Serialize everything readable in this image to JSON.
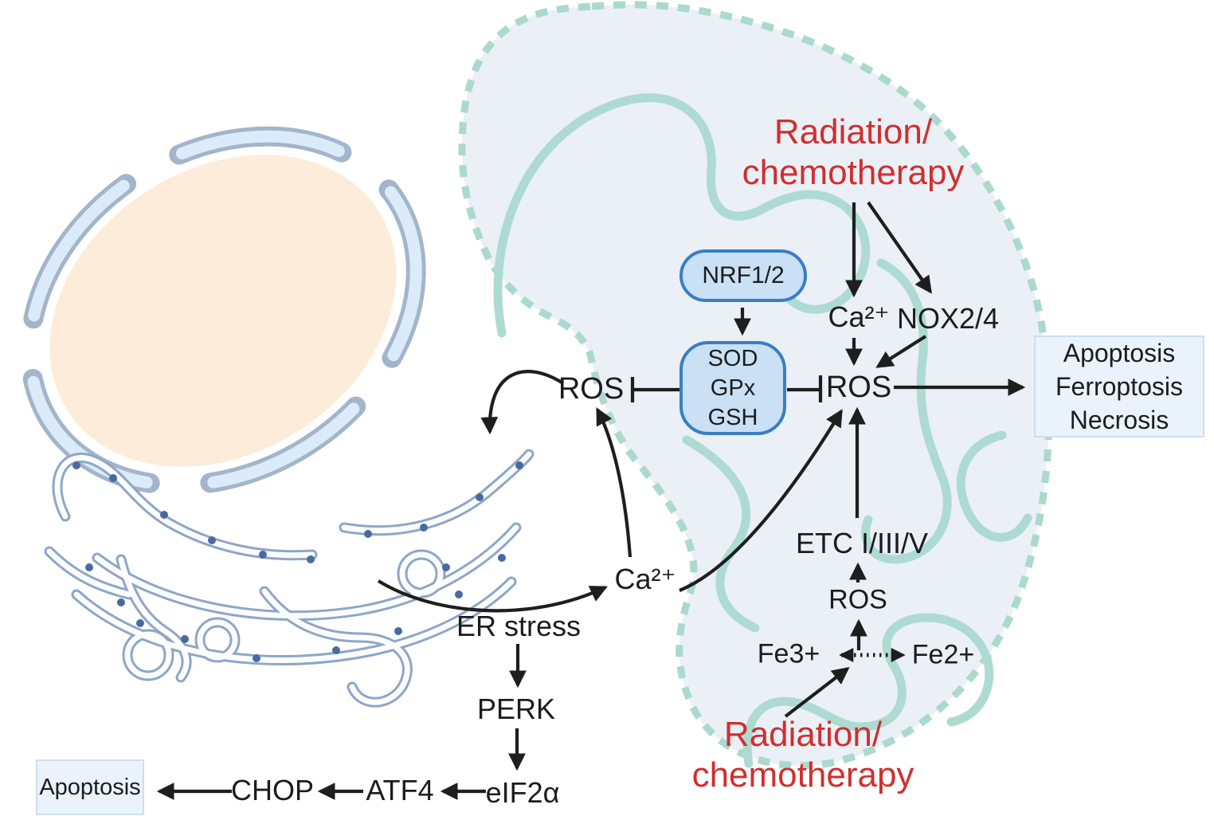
{
  "labels": {
    "radiation_top": "Radiation/\nchemotherapy",
    "radiation_bottom": "Radiation/\nchemotherapy",
    "nrf": "NRF1/2",
    "antioxidants": [
      "SOD",
      "GPx",
      "GSH"
    ],
    "ros_left": "ROS",
    "ros_center": "ROS",
    "ros_mito": "ROS",
    "ca_mito": "Ca²⁺",
    "ca_er": "Ca²⁺",
    "nox": "NOX2/4",
    "etc": "ETC I/III/V",
    "fe3": "Fe3+",
    "fe2": "Fe2+",
    "er_stress": "ER stress",
    "perk": "PERK",
    "eif2a": "eIF2α",
    "atf4": "ATF4",
    "chop": "CHOP",
    "apoptosis": "Apoptosis",
    "outcomes": [
      "Apoptosis",
      "Ferroptosis",
      "Necrosis"
    ]
  },
  "colors": {
    "highlight_red": "#cf2f2f",
    "text_black": "#1c1c1c",
    "arrow_black": "#1e1e1e",
    "protein_box_fill": "#c9e0f5",
    "protein_box_border": "#3a7ec2",
    "outcome_box_fill": "#eaf2fb",
    "outcome_box_border": "#ccdfef",
    "mitochondrion_fill": "#eaf0f6",
    "mitochondrion_membrane": "#abd9cd",
    "nucleus_fill": "#fcecd9",
    "nuclear_envelope_outline": "#a3b5cb",
    "nuclear_envelope_fill": "#dcebfa",
    "er_outline": "#8ea6c6",
    "ribosome_dot": "#4a69a2"
  }
}
